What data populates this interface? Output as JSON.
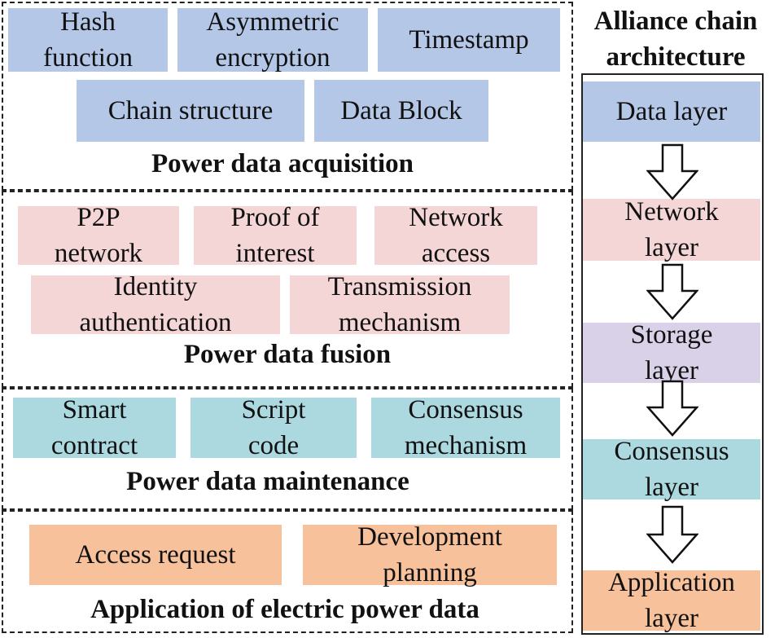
{
  "acquisition": {
    "title": "Power data acquisition",
    "items": [
      "Hash\nfunction",
      "Asymmetric\nencryption",
      "Timestamp",
      "Chain structure",
      "Data Block"
    ],
    "color": "#b4c7e7"
  },
  "fusion": {
    "title": "Power data fusion",
    "items": [
      "P2P\nnetwork",
      "Proof of\ninterest",
      "Network\naccess",
      "Identity\nauthentication",
      "Transmission\nmechanism"
    ],
    "color": "#f4d6d6"
  },
  "maintenance": {
    "title": "Power data maintenance",
    "items": [
      "Smart\ncontract",
      "Script\ncode",
      "Consensus\nmechanism"
    ],
    "color": "#acd9df"
  },
  "application": {
    "title": "Application of electric power data",
    "items": [
      "Access request",
      "Development\nplanning"
    ],
    "color": "#f7c19b"
  },
  "architecture": {
    "title": "Alliance chain\narchitecture",
    "layers": [
      "Data layer",
      "Network\nlayer",
      "Storage\nlayer",
      "Consensus\nlayer",
      "Application\nlayer"
    ],
    "layer_colors": [
      "#b4c7e7",
      "#f4d6d6",
      "#d9d1e8",
      "#acd9df",
      "#f7c19b"
    ],
    "arrow_icon": "down-arrow-icon"
  }
}
